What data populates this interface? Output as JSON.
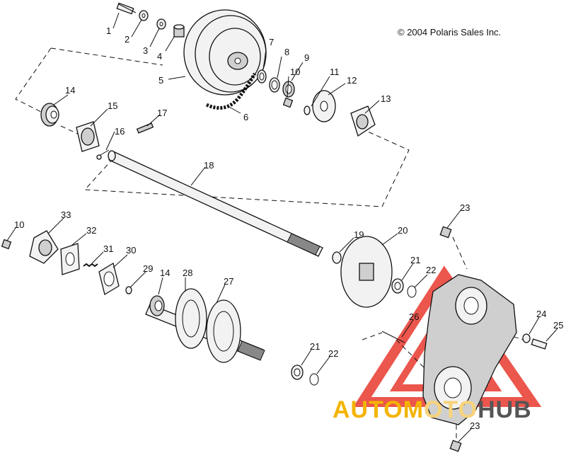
{
  "copyright": "© 2004 Polaris Sales Inc.",
  "watermark": {
    "prefix": "AUTOM",
    "faded": "OTO",
    "suffix": "HUB",
    "color_main": "#f4b400",
    "color_faded": "#f8d37a",
    "color_hub": "#555555",
    "triangle_color": "#e8392e"
  },
  "callouts": [
    {
      "id": "c1",
      "text": "1"
    },
    {
      "id": "c2",
      "text": "2"
    },
    {
      "id": "c3",
      "text": "3"
    },
    {
      "id": "c4",
      "text": "4"
    },
    {
      "id": "c5",
      "text": "5"
    },
    {
      "id": "c6",
      "text": "6"
    },
    {
      "id": "c7",
      "text": "7"
    },
    {
      "id": "c8",
      "text": "8"
    },
    {
      "id": "c9",
      "text": "9"
    },
    {
      "id": "c10a",
      "text": "10"
    },
    {
      "id": "c11",
      "text": "11"
    },
    {
      "id": "c12",
      "text": "12"
    },
    {
      "id": "c13",
      "text": "13"
    },
    {
      "id": "c14a",
      "text": "14"
    },
    {
      "id": "c15",
      "text": "15"
    },
    {
      "id": "c16",
      "text": "16"
    },
    {
      "id": "c17",
      "text": "17"
    },
    {
      "id": "c18",
      "text": "18"
    },
    {
      "id": "c10b",
      "text": "10"
    },
    {
      "id": "c33",
      "text": "33"
    },
    {
      "id": "c32",
      "text": "32"
    },
    {
      "id": "c31",
      "text": "31"
    },
    {
      "id": "c30",
      "text": "30"
    },
    {
      "id": "c29",
      "text": "29"
    },
    {
      "id": "c14b",
      "text": "14"
    },
    {
      "id": "c28",
      "text": "28"
    },
    {
      "id": "c27",
      "text": "27"
    },
    {
      "id": "c19",
      "text": "19"
    },
    {
      "id": "c20",
      "text": "20"
    },
    {
      "id": "c21a",
      "text": "21"
    },
    {
      "id": "c22a",
      "text": "22"
    },
    {
      "id": "c23a",
      "text": "23"
    },
    {
      "id": "c26",
      "text": "26"
    },
    {
      "id": "c24",
      "text": "24"
    },
    {
      "id": "c25",
      "text": "25"
    },
    {
      "id": "c21b",
      "text": "21"
    },
    {
      "id": "c22b",
      "text": "22"
    },
    {
      "id": "c23b",
      "text": "23"
    }
  ]
}
